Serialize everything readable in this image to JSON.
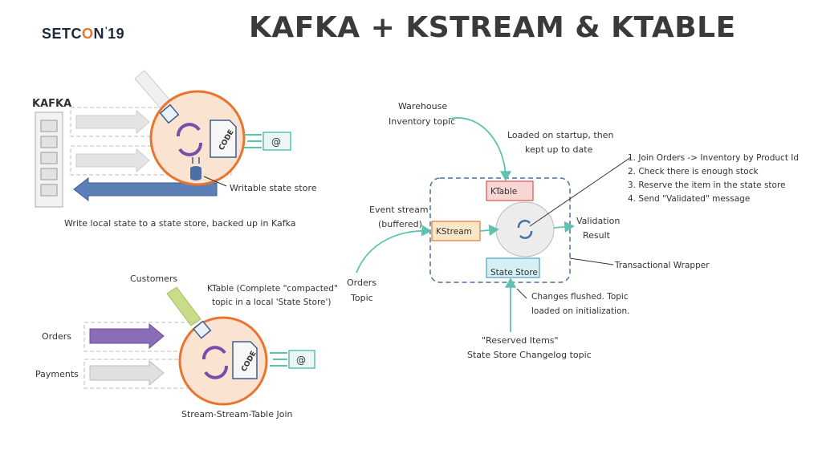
{
  "header": {
    "logo_text": "SETC",
    "logo_o": "O",
    "logo_n": "N",
    "logo_year": "19",
    "title": "KAFKA + KSTREAM & KTABLE"
  },
  "panel1": {
    "kafka_label": "KAFKA",
    "code_label": "CODE",
    "state_store_label": "Writable state store",
    "caption": "Write local state to a state store, backed up in Kafka"
  },
  "panel2": {
    "customers_label": "Customers",
    "ktable_note_line1": "KTable (Complete \"compacted\"",
    "ktable_note_line2": "topic in a local 'State Store')",
    "orders_label": "Orders",
    "payments_label": "Payments",
    "code_label": "CODE",
    "caption": "Stream-Stream-Table Join"
  },
  "panel3": {
    "warehouse_line1": "Warehouse",
    "warehouse_line2": "Inventory topic",
    "loaded_line1": "Loaded on startup, then",
    "loaded_line2": "kept up to date",
    "steps": [
      "1. Join Orders -> Inventory by Product Id",
      "2. Check there is enough stock",
      "3. Reserve the item in the state store",
      "4. Send \"Validated\" message"
    ],
    "ktable_box": "KTable",
    "kstream_box": "KStream",
    "state_store_box": "State Store",
    "event_stream_line1": "Event stream",
    "event_stream_line2": "(buffered)",
    "validation_line1": "Validation",
    "validation_line2": "Result",
    "transactional_wrapper": "Transactional Wrapper",
    "orders_topic_line1": "Orders",
    "orders_topic_line2": "Topic",
    "changes_line1": "Changes flushed. Topic",
    "changes_line2": "loaded on initialization.",
    "reserved_line1": "\"Reserved Items\"",
    "reserved_line2": "State Store Changelog topic"
  },
  "colors": {
    "orange": "#e8742e",
    "blue": "#4a6fa5",
    "teal": "#5fc2b0",
    "purple": "#8a6db8",
    "ktable_fill": "#f7d6d3",
    "kstream_fill": "#fbe7c8",
    "state_store_fill": "#d6eef5"
  }
}
